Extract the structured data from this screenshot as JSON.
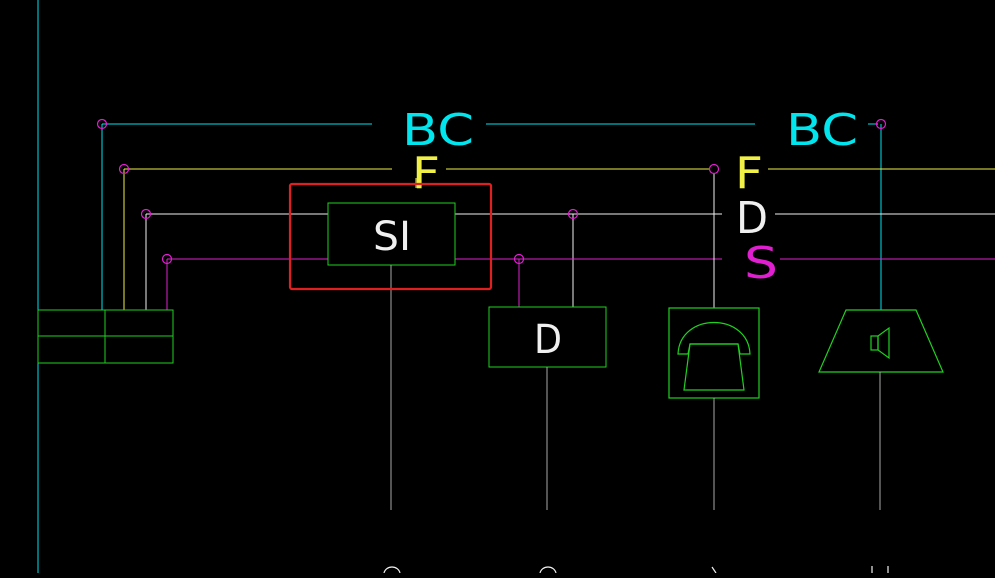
{
  "colors": {
    "background": "#000000",
    "cyan": "#00e5ee",
    "yellow": "#f0f046",
    "white": "#f0f0f0",
    "magenta": "#e020d0",
    "green": "#20d020",
    "gray": "#a8a8a8",
    "highlight": "#e02020"
  },
  "bus_labels": {
    "bc_left": "BC",
    "bc_right": "BC",
    "f_left": "F",
    "f_right": "F",
    "d_right": "D",
    "s_right": "S"
  },
  "devices": {
    "si_label": "SI",
    "d_label": "D",
    "telephone_icon": "telephone-icon",
    "speaker_icon": "speaker-icon"
  },
  "highlight": {
    "target": "si-device"
  }
}
